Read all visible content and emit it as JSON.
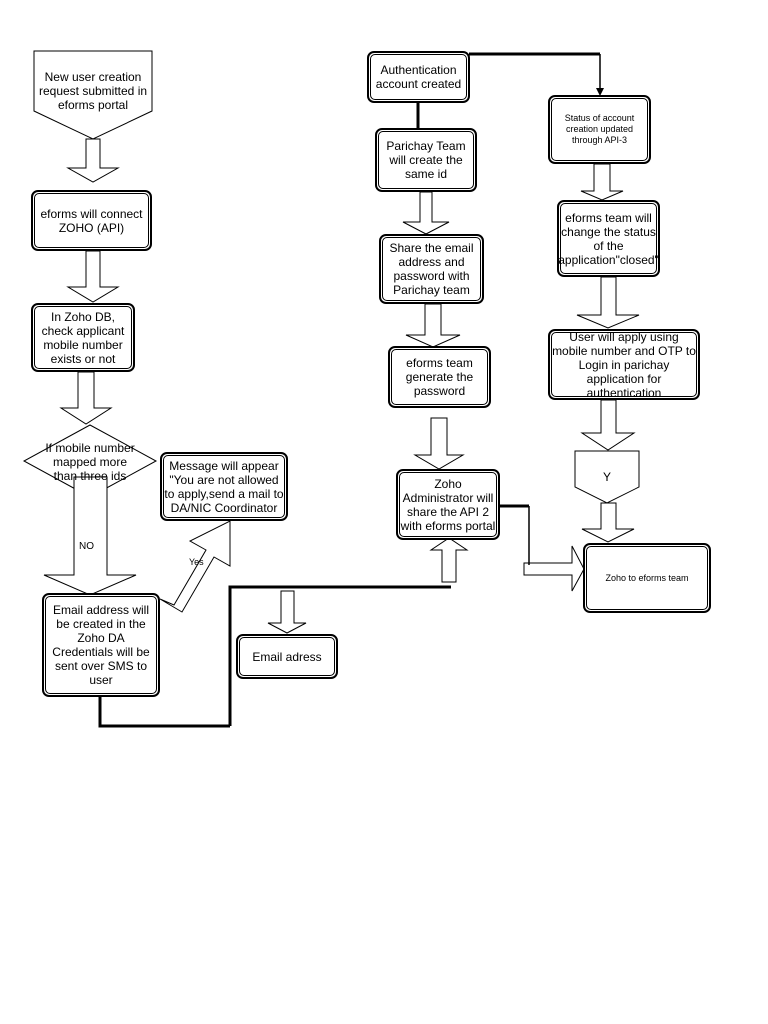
{
  "nodes": {
    "new_user_request": "New user creation request submitted in eforms portal",
    "eforms_connect_zoho": "eforms will connect ZOHO (API)",
    "check_mobile": "In Zoho DB, check applicant mobile number exists or not",
    "mobile_mapped_decision": "If mobile number mapped more than three ids",
    "message_not_allowed": "Message will appear \"You are not allowed to apply,send a mail to DA/NIC Coordinator",
    "email_created": "Email address will be created in the Zoho DA Credentials will be sent over SMS to user",
    "email_address": "Email adress",
    "auth_account_created": "Authentication account created",
    "parichay_create_id": "Parichay Team will create the same id",
    "share_email_password": "Share the email address and password with Parichay team",
    "eforms_generate_password": "eforms team generate the password",
    "zoho_admin_share_api2": "Zoho Administrator will share the API 2 with eforms portal",
    "status_updated_api3": "Status of account creation updated through API-3",
    "eforms_change_status": "eforms team will change the status of the application\"closed\"",
    "user_apply_mobile_otp": "User will apply using mobile number and OTP to Login in parichay application for authentication",
    "y_pentagon": "Y",
    "zoho_to_eforms": "Zoho to eforms team"
  },
  "edge_labels": {
    "no": "NO",
    "yes": "Yes"
  },
  "colors": {
    "line": "#000000",
    "background": "#ffffff"
  }
}
